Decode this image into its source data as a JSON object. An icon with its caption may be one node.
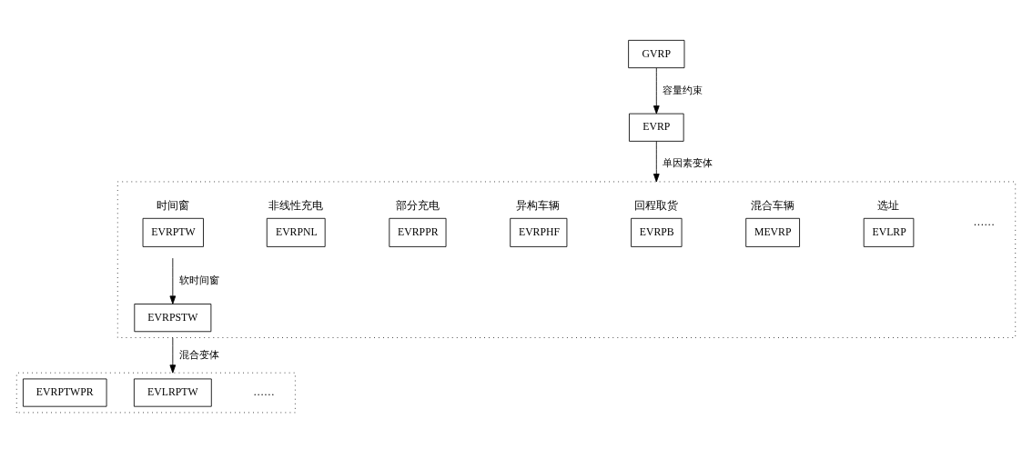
{
  "diagram": {
    "nodes": [
      {
        "text": [
          "GVRP"
        ]
      },
      {
        "text": [
          "EVRP"
        ]
      },
      {
        "text": [],
        "shape": "box"
      },
      {
        "text": [
          "EVRPTW"
        ],
        "beside": [
          "时间窗"
        ],
        "in": 2
      },
      {
        "text": [
          "EVRPNL"
        ],
        "beside": [
          "非线性充电"
        ],
        "in": 2
      },
      {
        "text": [
          "EVRPPR"
        ],
        "beside": [
          "部分充电"
        ],
        "in": 2
      },
      {
        "text": [
          "EVRPHF"
        ],
        "beside": [
          "异构车辆"
        ],
        "in": 2
      },
      {
        "text": [
          "EVRPB"
        ],
        "beside": [
          "回程取货"
        ],
        "in": 2
      },
      {
        "text": [
          "MEVRP"
        ],
        "beside": [
          "混合车辆"
        ],
        "in": 2
      },
      {
        "text": [
          "EVLRP"
        ],
        "beside": [
          "选址"
        ],
        "in": 2
      },
      {
        "text": [
          "……"
        ],
        "in": 2
      },
      {
        "text": [
          "EVRPSTW"
        ],
        "in": 2
      },
      {
        "text": [],
        "shape": "box"
      },
      {
        "text": [
          "EVRPTWPR"
        ],
        "in": 12
      },
      {
        "text": [
          "EVLRPTW"
        ],
        "in": 12
      },
      {
        "text": [
          "……"
        ],
        "in": 12
      }
    ],
    "edges": [
      {
        "from": 0,
        "to": 1,
        "arrow": "to",
        "label": "容量约束"
      },
      {
        "from": 1,
        "to": 2,
        "arrow": "to",
        "label": "单因素变体"
      },
      {
        "from": 3,
        "to": 11,
        "arrow": "to",
        "label": "软时间窗"
      },
      {
        "from": 2,
        "to": 12,
        "arrow": "to",
        "label": "混合变体"
      }
    ]
  }
}
